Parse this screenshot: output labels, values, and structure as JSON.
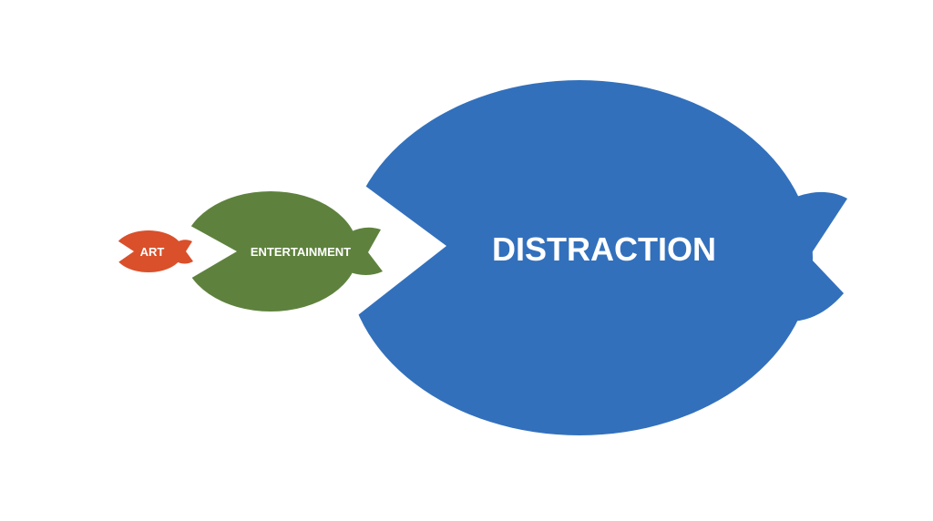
{
  "fish": {
    "small": {
      "label": "ART",
      "color": "#D9502A"
    },
    "medium": {
      "label": "ENTERTAINMENT",
      "color": "#5E823D"
    },
    "large": {
      "label": "DISTRACTION",
      "color": "#3270BC"
    }
  }
}
